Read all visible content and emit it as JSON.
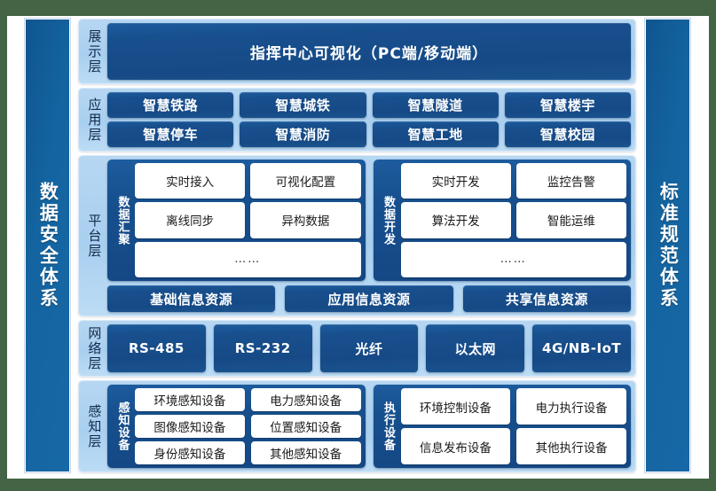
{
  "sidebars": {
    "left": {
      "label": "数据安全体系"
    },
    "right": {
      "label": "标准规范体系"
    }
  },
  "layers": {
    "presentation": {
      "title": "展示层",
      "banner": "指挥中心可视化（PC端/移动端）"
    },
    "application": {
      "title": "应用层",
      "row1": [
        "智慧铁路",
        "智慧城铁",
        "智慧隧道",
        "智慧楼宇"
      ],
      "row2": [
        "智慧停车",
        "智慧消防",
        "智慧工地",
        "智慧校园"
      ]
    },
    "platform": {
      "title": "平台层",
      "groups": [
        {
          "label": "数据汇聚",
          "row1": [
            "实时接入",
            "可视化配置"
          ],
          "row2": [
            "离线同步",
            "异构数据"
          ],
          "row3": [
            "……"
          ]
        },
        {
          "label": "数据开发",
          "row1": [
            "实时开发",
            "监控告警"
          ],
          "row2": [
            "算法开发",
            "智能运维"
          ],
          "row3": [
            "……"
          ]
        }
      ],
      "resources": [
        "基础信息资源",
        "应用信息资源",
        "共享信息资源"
      ]
    },
    "network": {
      "title": "网络层",
      "items": [
        "RS-485",
        "RS-232",
        "光纤",
        "以太网",
        "4G/NB-IoT"
      ]
    },
    "perception": {
      "title": "感知层",
      "groups": [
        {
          "label": "感知设备",
          "row1": [
            "环境感知设备",
            "电力感知设备"
          ],
          "row2": [
            "图像感知设备",
            "位置感知设备"
          ],
          "row3": [
            "身份感知设备",
            "其他感知设备"
          ]
        },
        {
          "label": "执行设备",
          "row1": [
            "环境控制设备",
            "电力执行设备"
          ],
          "row2": [
            "信息发布设备",
            "其他执行设备"
          ]
        }
      ]
    }
  },
  "colors": {
    "page_background": "#436445",
    "canvas": "#ffffff",
    "chip_blue": "#17508e",
    "band_blue": "#acd2f1",
    "pillar_blue": "#1364a0",
    "pill_white": "#ffffff"
  }
}
